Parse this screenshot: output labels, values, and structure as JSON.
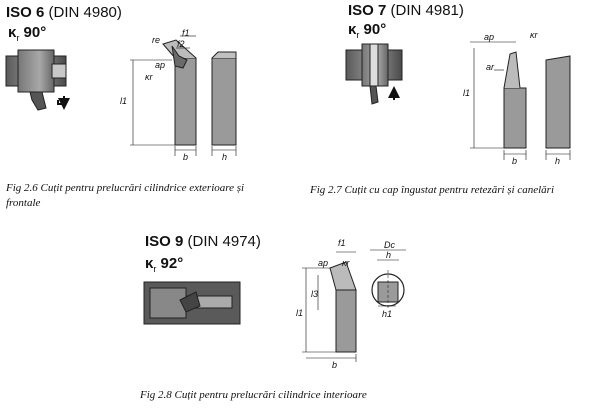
{
  "figures": [
    {
      "standard_code": "ISO 6",
      "standard_din": "(DIN 4980)",
      "angle_symbol": "κ",
      "angle_sub": "r",
      "angle_value": "90°",
      "labels": {
        "re": "re",
        "f1": "f1",
        "f2": "f2",
        "ap": "ap",
        "kr": "κr",
        "l1": "l1",
        "b": "b",
        "h": "h"
      },
      "caption": "Fig 2.6  Cuțit pentru prelucrări cilindrice exterioare și frontale"
    },
    {
      "standard_code": "ISO 7",
      "standard_din": "(DIN 4981)",
      "angle_symbol": "κ",
      "angle_sub": "r",
      "angle_value": "90°",
      "labels": {
        "ap": "ap",
        "kr": "κr",
        "ar": "ar",
        "l1": "l1",
        "b": "b",
        "h": "h"
      },
      "caption": "Fig  2.7  Cuțit cu cap  îngustat   pentru retezări și canelări"
    },
    {
      "standard_code": "ISO 9",
      "standard_din": "(DIN 4974)",
      "angle_symbol": "κ",
      "angle_sub": "r",
      "angle_value": "92°",
      "labels": {
        "f1": "f1",
        "ap": "ap",
        "kr": "κr",
        "l3": "l3",
        "l1": "l1",
        "b": "b",
        "Dc": "Dc",
        "h": "h",
        "h1": "h1"
      },
      "caption": "Fig 2.8 Cuțit pentru prelucrări cilindrice interioare"
    }
  ]
}
